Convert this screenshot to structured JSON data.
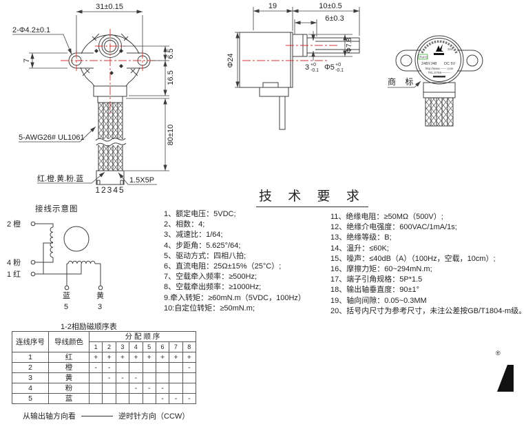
{
  "front_view": {
    "dim_hole_spacing": "31±0.15",
    "dim_holes": "2-Φ4.2±0.1",
    "dim_ear_height": "7",
    "dim_shaft_offset": "6.5",
    "dim_body_lower": "16.5",
    "dim_wire_length": "80±10",
    "wire_spec_label": "5-AWG26# UL1061",
    "wire_colors_label": "红.橙.黄.粉.蓝",
    "connector_label": "1.5X5P",
    "pin_numbers": "12345"
  },
  "side_view": {
    "dim_body_length": "19",
    "dim_shaft_length": "10±0.5",
    "dim_flat_length": "6±0.3",
    "dim_body_dia": "Φ24",
    "dim_boss_dia": "Φ7.8",
    "flat_val": "3",
    "flat_tol_up": "+0",
    "flat_tol_dn": "-0.1",
    "shaft_val": "Φ5",
    "shaft_tol_up": "+0",
    "shaft_tol_dn": "-0.1"
  },
  "rear_view": {
    "trademark_label": "商 标",
    "nameplate": {
      "rohs": "RoHS",
      "mark": "334",
      "model": "24BYJ48",
      "voltage": "DC 5V",
      "website_line": "http://www.------.com",
      "tel_line": "TEL:0769---------"
    }
  },
  "wiring": {
    "title": "接线示意图",
    "t2": "2 橙",
    "t4": "4 粉",
    "t1": "1 红",
    "t5_color": "蓝",
    "t5_num": "5",
    "t3_color": "黄",
    "t3_num": "3"
  },
  "tech_requirements": {
    "title": "技 术 要 求",
    "left_items": [
      "1、额定电压：5VDC;",
      "2、相数：4;",
      "3、减速比：1/64;",
      "4、步距角：5.625°/64;",
      "5、驱动方式：四相八拍;",
      "6、直流电阻：25Ω±15%（25°C）;",
      "7、空载牵入频率：≥500Hz;",
      "8、空载牵出频率：≥1000Hz;",
      "9.牵入转矩：≥60mN.m（5VDC，100Hz）",
      "10:自定位转矩：≥50mN.m;"
    ],
    "right_items": [
      "11、绝缘电阻：≥50MΩ（500V）;",
      "12、绝缘介电强度：600VAC/1mA/1s;",
      "13、绝缘等级：B;",
      "14、温升：≤60K;",
      "15、噪声：≤40dB（A）（100Hz，空载，10cm）;",
      "16、摩擦力矩：60~294mN.m;",
      "17、端子引角规格：5P*1.5",
      "18、输出轴垂直度：90±1°",
      "19、轴向间隙：0.05~0.3MM",
      "20、括号内尺寸为参考尺寸，未注公差按GB/T1804-m级。"
    ]
  },
  "sequence_table": {
    "title": "1-2相励磁顺序表",
    "col1": "连线序号",
    "col2": "导线颜色",
    "col3": "分 配 顺 序",
    "step_headers": [
      "1",
      "2",
      "3",
      "4",
      "5",
      "6",
      "7",
      "8"
    ],
    "rows": [
      {
        "num": "1",
        "color": "红",
        "steps": [
          "+",
          "+",
          "+",
          "+",
          "+",
          "+",
          "+",
          "+"
        ]
      },
      {
        "num": "2",
        "color": "橙",
        "steps": [
          "-",
          "-",
          "",
          "",
          "",
          "",
          "",
          "-"
        ]
      },
      {
        "num": "3",
        "color": "黄",
        "steps": [
          "",
          "-",
          "-",
          "-",
          "",
          "",
          "",
          ""
        ]
      },
      {
        "num": "4",
        "color": "粉",
        "steps": [
          "",
          "",
          "",
          "-",
          "-",
          "-",
          "",
          ""
        ]
      },
      {
        "num": "5",
        "color": "蓝",
        "steps": [
          "",
          "",
          "",
          "",
          "",
          "-",
          "-",
          "-"
        ]
      }
    ],
    "footer_left": "从输出轴方向看",
    "footer_right": "逆时针方向（CCW）"
  },
  "logo": {
    "registered_mark": "®"
  },
  "colors": {
    "line": "#3c3c3c",
    "centerline": "#d03030",
    "rohs_green": "#009900"
  }
}
